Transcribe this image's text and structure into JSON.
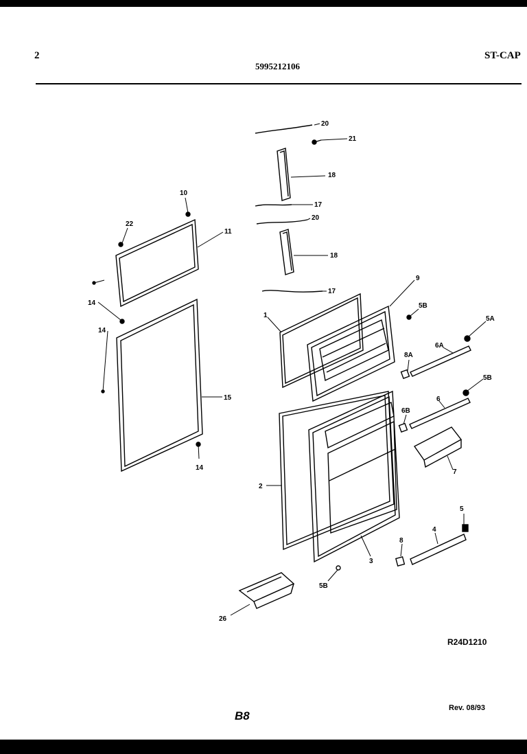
{
  "header": {
    "page_number": "2",
    "part_number": "5995212106",
    "model_code": "ST-CAP"
  },
  "callouts": [
    {
      "id": "c20a",
      "label": "20"
    },
    {
      "id": "c21",
      "label": "21"
    },
    {
      "id": "c18a",
      "label": "18"
    },
    {
      "id": "c17a",
      "label": "17"
    },
    {
      "id": "c20b",
      "label": "20"
    },
    {
      "id": "c18b",
      "label": "18"
    },
    {
      "id": "c17b",
      "label": "17"
    },
    {
      "id": "c10",
      "label": "10"
    },
    {
      "id": "c22",
      "label": "22"
    },
    {
      "id": "c11",
      "label": "11"
    },
    {
      "id": "c14a",
      "label": "14"
    },
    {
      "id": "c14b",
      "label": "14"
    },
    {
      "id": "c15",
      "label": "15"
    },
    {
      "id": "c14c",
      "label": "14"
    },
    {
      "id": "c9",
      "label": "9"
    },
    {
      "id": "c1",
      "label": "1"
    },
    {
      "id": "c5Ba",
      "label": "5B"
    },
    {
      "id": "c5A",
      "label": "5A"
    },
    {
      "id": "c8A",
      "label": "8A"
    },
    {
      "id": "c6A",
      "label": "6A"
    },
    {
      "id": "c5Bb",
      "label": "5B"
    },
    {
      "id": "c6",
      "label": "6"
    },
    {
      "id": "c6B",
      "label": "6B"
    },
    {
      "id": "c7",
      "label": "7"
    },
    {
      "id": "c2",
      "label": "2"
    },
    {
      "id": "c5",
      "label": "5"
    },
    {
      "id": "c4",
      "label": "4"
    },
    {
      "id": "c8",
      "label": "8"
    },
    {
      "id": "c3",
      "label": "3"
    },
    {
      "id": "c5Bc",
      "label": "5B"
    },
    {
      "id": "c26",
      "label": "26"
    }
  ],
  "footer": {
    "drawing_ref": "R24D1210",
    "page_code": "B8",
    "revision": "Rev. 08/93"
  }
}
